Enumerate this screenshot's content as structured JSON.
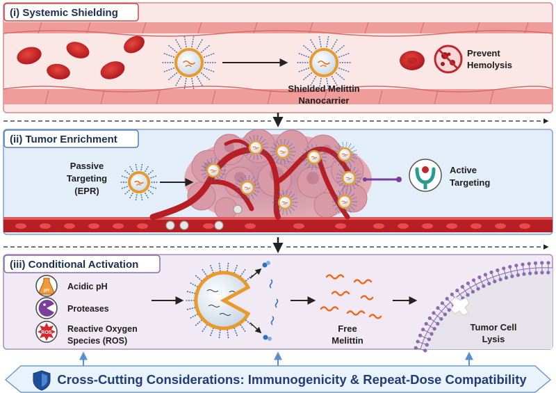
{
  "panels": [
    {
      "id": "i",
      "title": "(i) Systemic Shielding"
    },
    {
      "id": "ii",
      "title": "(ii) Tumor Enrichment"
    },
    {
      "id": "iii",
      "title": "(iii) Conditional Activation"
    }
  ],
  "panel1": {
    "nanocarrier_label_line1": "Shielded Melittin",
    "nanocarrier_label_line2": "Nanocarrier",
    "prevent_line1": "Prevent",
    "prevent_line2": "Hemolysis"
  },
  "panel2": {
    "passive_line1": "Passive",
    "passive_line2": "Targeting",
    "passive_line3": "(EPR)",
    "active_line1": "Active",
    "active_line2": "Targeting"
  },
  "panel3": {
    "triggers": [
      {
        "icon": "pH",
        "label_line1": "Acidic pH",
        "label_line2": ""
      },
      {
        "icon": "",
        "label_line1": "Proteases",
        "label_line2": ""
      },
      {
        "icon": "ROS",
        "label_line1": "Reactive Oxygen",
        "label_line2": "Species (ROS)"
      }
    ],
    "free_line1": "Free",
    "free_line2": "Melittin",
    "lysis_line1": "Tumor Cell",
    "lysis_line2": "Lysis"
  },
  "banner": {
    "text": "Cross-Cutting Considerations: Immunogenicity & Repeat-Dose Compatibility"
  },
  "colors": {
    "panel1_bg": "#fbe7e5",
    "panel2_bg": "#e4eef8",
    "panel3_bg": "#f1e9f4",
    "vessel_red": "#c0262b",
    "carrier_orange": "#e89a2a",
    "ligand_blue": "#2f6fb8",
    "banner_text": "#1f3d7a"
  }
}
